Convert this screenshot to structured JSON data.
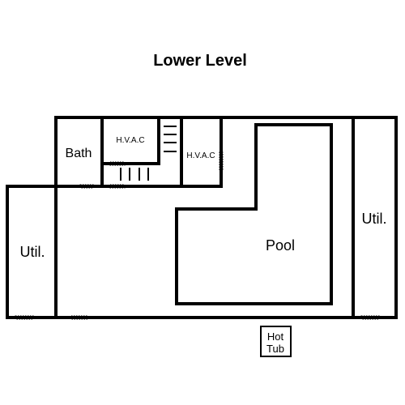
{
  "title": "Lower Level",
  "rooms": {
    "bath": "Bath",
    "hvac_left": "H.V.A.C",
    "hvac_right": "H.V.A.C",
    "util_left": "Util.",
    "util_right": "Util.",
    "pool": "Pool",
    "hot_tub_line1": "Hot",
    "hot_tub_line2": "Tub"
  }
}
